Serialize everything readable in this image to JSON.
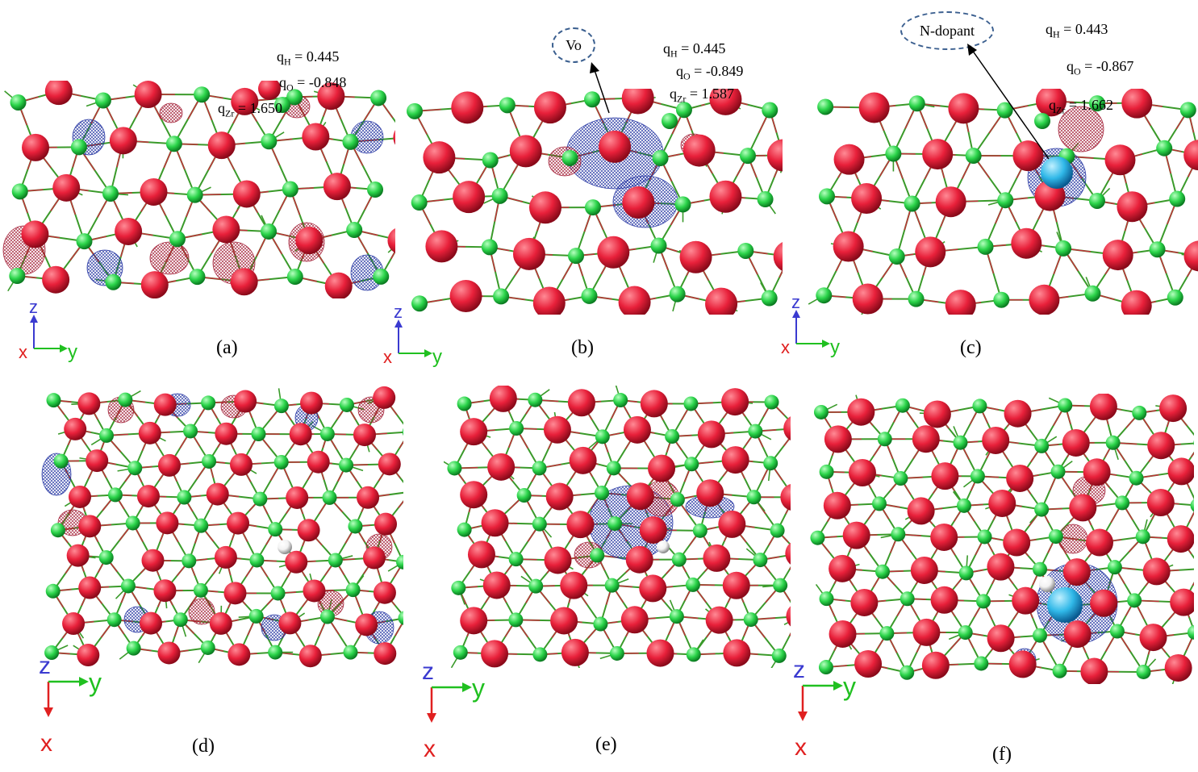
{
  "captions": [
    "(a)",
    "(b)",
    "(c)",
    "(d)",
    "(e)",
    "(f)"
  ],
  "panel_a": {
    "qH": "0.445",
    "qO": "-0.848",
    "qZr": "1.650"
  },
  "panel_b": {
    "callout": "Vo",
    "qH": "0.445",
    "qO": "-0.849",
    "qZr": "1.587"
  },
  "panel_c": {
    "callout": "N-dopant",
    "qH": "0.443",
    "qO": "-0.867",
    "qZr": "1.662"
  },
  "axis_labels": {
    "z": "z",
    "y": "y",
    "x": "x"
  },
  "symbols": {
    "q": "q",
    "H": "H",
    "O": "O",
    "Zr": "Zr",
    "eq": " = "
  },
  "colors": {
    "oxygen": "#e8203a",
    "zirconium": "#2bd44a",
    "hydrogen": "#f2f2f2",
    "nitrogen": "#30b8e8",
    "mesh_blue": "#2030a0",
    "mesh_red": "#a01830",
    "axis_z": "#3a3ad0",
    "axis_y": "#20c020",
    "axis_x": "#e02020"
  },
  "icons": [
    "dashed-oval-callout",
    "arrow-icon",
    "axis-triad-icon"
  ]
}
